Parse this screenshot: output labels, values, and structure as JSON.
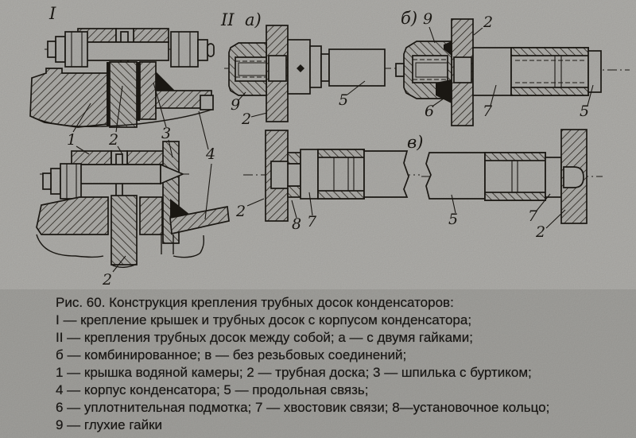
{
  "figure": {
    "sections": {
      "I": "I",
      "II": "II",
      "a": "а)",
      "b": "б)",
      "v": "в)"
    },
    "labels": {
      "i1": "1",
      "i2": "2",
      "i3": "3",
      "i4": "4",
      "i2b": "2",
      "a9": "9",
      "a2": "2",
      "a5": "5",
      "b9": "9",
      "b2": "2",
      "b6": "6",
      "b7": "7",
      "b5": "5",
      "vl2": "2",
      "vl8": "8",
      "vl7": "7",
      "vr5": "5",
      "vr7": "7",
      "vr2": "2"
    }
  },
  "caption": {
    "lines": [
      "Рис. 60. Конструкция крепления трубных досок конденсаторов:",
      "I — крепление крышек и трубных досок с корпусом конденсатора;",
      "II — крепления трубных досок между собой; а — с двумя гайками;",
      "б — комбинированное; в — без резьбовых соединений;",
      "1 — крышка водяной камеры; 2 — трубная доска; 3 — шпилька с буртиком;",
      "4 — корпус конденсатора; 5 — продольная связь;",
      "6 — уплотнительная подмотка; 7 — хвостовик связи; 8—установочное кольцо;",
      "9 — глухие гайки"
    ]
  },
  "colors": {
    "paper_top": "#b5b4b0",
    "paper_bottom": "#a7a6a2",
    "ink": "#1d1a15"
  }
}
